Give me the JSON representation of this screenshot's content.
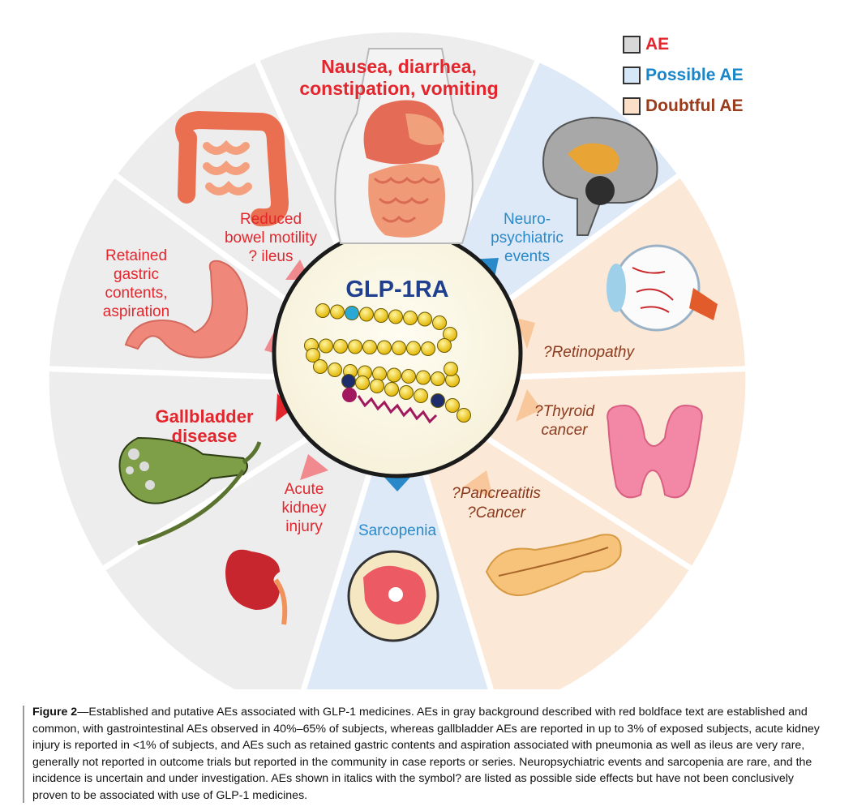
{
  "legend": [
    {
      "label": "AE",
      "swatch": "#d8d8d8",
      "color": "#e3262d"
    },
    {
      "label": "Possible AE",
      "swatch": "#d6e8f7",
      "color": "#1a86c8"
    },
    {
      "label": "Doubtful AE",
      "swatch": "#fbe0c7",
      "color": "#9a3b1c"
    }
  ],
  "center": {
    "title": "GLP-1RA",
    "title_color": "#1f3f8f"
  },
  "colors": {
    "ae_bg": "#ededed",
    "possible_bg": "#dde9f6",
    "doubtful_bg": "#fbe8d6",
    "ae_text": "#e3262d",
    "possible_text": "#2a8ac9",
    "doubtful_text": "#8b3a1e",
    "ae_pointer": "#e3262d",
    "ae_minor_pointer": "#f08a8f",
    "possible_pointer": "#2a8ac9",
    "doubtful_pointer": "#f8c79b"
  },
  "segments": {
    "nausea": [
      "Nausea, diarrhea,",
      "constipation, vomiting"
    ],
    "neuro": [
      "Neuro-",
      "psychiatric",
      "events"
    ],
    "retinopathy": [
      "?Retinopathy"
    ],
    "thyroid": [
      "?Thyroid",
      "cancer"
    ],
    "pancreatitis": [
      "?Pancreatitis",
      "?Cancer"
    ],
    "sarcopenia": [
      "Sarcopenia"
    ],
    "kidney": [
      "Acute",
      "kidney",
      "injury"
    ],
    "gallbladder": [
      "Gallbladder",
      "disease"
    ],
    "gastric": [
      "Retained",
      "gastric",
      "contents,",
      "aspiration"
    ],
    "bowel": [
      "Reduced",
      "bowel motility",
      "? ileus"
    ]
  },
  "caption": {
    "label": "Figure 2",
    "text": "—Established and putative AEs associated with GLP-1 medicines. AEs in gray background described with red boldface text are established and common, with gastrointestinal AEs observed in 40%–65% of subjects, whereas gallbladder AEs are reported in up to 3% of exposed subjects, acute kidney injury is reported in <1% of subjects, and AEs such as retained gastric contents and aspiration associated with pneumonia as well as ileus are very rare, generally not reported in outcome trials but reported in the community in case reports or series. Neuropsychiatric events and sarcopenia are rare, and the incidence is uncertain and under investigation. AEs shown in italics with the symbol? are listed as possible side effects but have not been conclusively proven to be associated with use of GLP-1 medicines."
  }
}
